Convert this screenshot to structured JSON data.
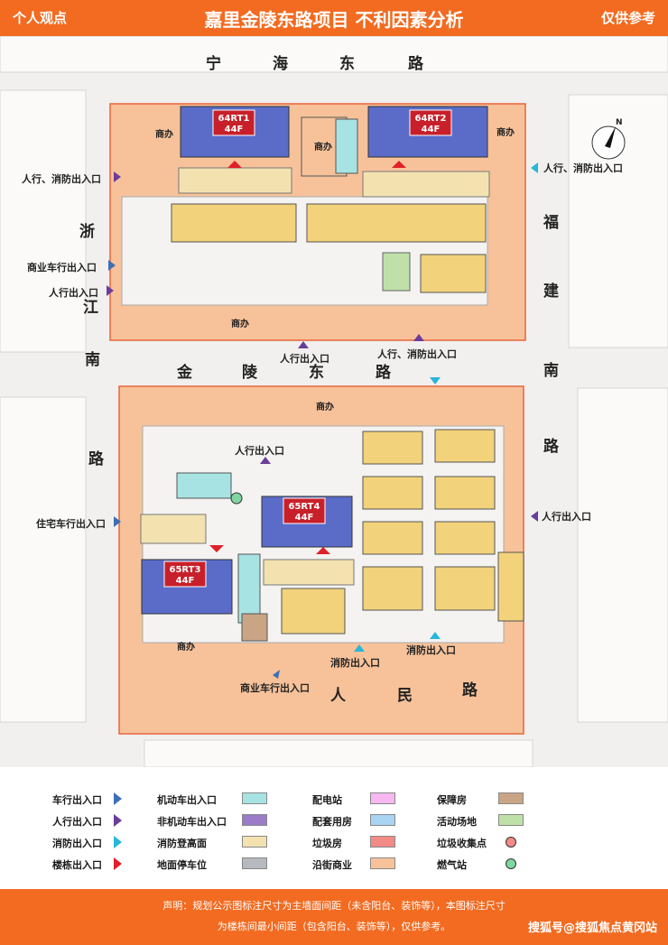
{
  "header": {
    "left": "个人观点",
    "title": "嘉里金陵东路项目 不利因素分析",
    "right": "仅供参考"
  },
  "roads": {
    "ninghai": [
      "宁",
      "海",
      "东",
      "路"
    ],
    "jinling": [
      "金",
      "陵",
      "东",
      "路"
    ],
    "renmin": [
      "人",
      "民",
      "路"
    ],
    "zhejiang": [
      "浙",
      "江",
      "南",
      "路"
    ],
    "fujian": [
      "福",
      "建",
      "南",
      "路"
    ]
  },
  "buildings": {
    "t1": {
      "name": "64RT1",
      "floors": "44F"
    },
    "t2": {
      "name": "64RT2",
      "floors": "44F"
    },
    "t3": {
      "name": "65RT3",
      "floors": "44F"
    },
    "t4": {
      "name": "65RT4",
      "floors": "44F"
    }
  },
  "labels": {
    "commerce": "商办",
    "ped_fire": "人行、消防出入口",
    "biz_vehicle": "商业车行出入口",
    "ped": "人行出入口",
    "res_vehicle": "住宅车行出入口",
    "fire": "消防出入口"
  },
  "legend": {
    "col1": [
      "车行出入口",
      "人行出入口",
      "消防出入口",
      "楼栋出入口"
    ],
    "col2": [
      "机动车出入口",
      "非机动车出入口",
      "消防登高面",
      "地面停车位"
    ],
    "col3": [
      "配电站",
      "配套用房",
      "垃圾房",
      "沿街商业"
    ],
    "col4": [
      "保障房",
      "活动场地",
      "垃圾收集点",
      "燃气站"
    ]
  },
  "colors": {
    "vehicle": "#3d6fb6",
    "pedestrian": "#6a3d9a",
    "fire": "#29b6d9",
    "building": "#e0202a",
    "commerce": "#f7c29a",
    "residential": "#f2d27a",
    "tower": "#5a6cc8"
  },
  "footer": {
    "line1": "声明：规划公示图标注尺寸为主墙面间距（未含阳台、装饰等），本图标注尺寸",
    "line2": "为楼栋间最小间距（包含阳台、装饰等），仅供参考。",
    "watermark": "搜狐号@搜狐焦点黄冈站"
  }
}
